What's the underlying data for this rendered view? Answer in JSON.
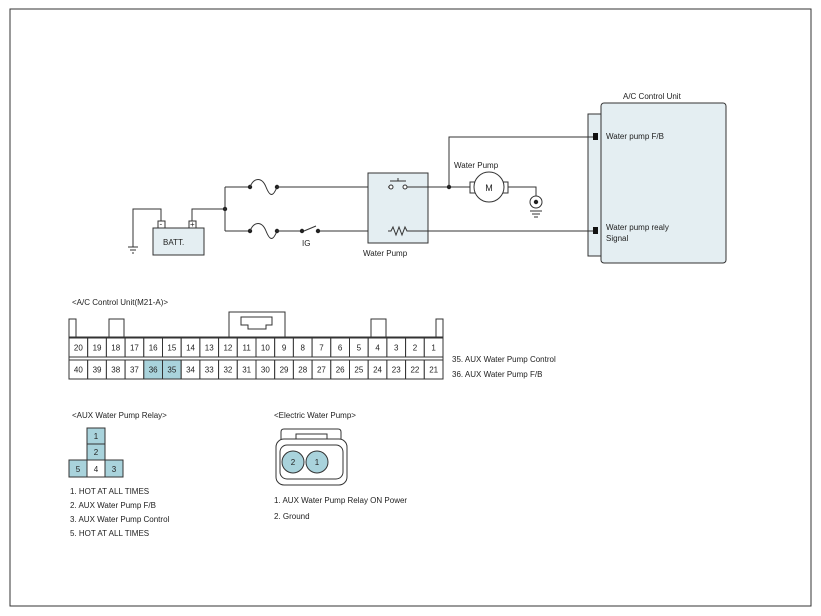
{
  "circuit": {
    "ac_unit_title": "A/C Control Unit",
    "pin_fb_label": "Water pump F/B",
    "pin_relay_label_line1": "Water pump realy",
    "pin_relay_label_line2": "Signal",
    "motor_title": "Water Pump",
    "motor_symbol": "M",
    "relay_title": "Water Pump",
    "battery_label": "BATT.",
    "battery_minus": "-",
    "battery_plus": "+",
    "ig_label": "IG"
  },
  "connector_m21": {
    "title": "<A/C Control Unit(M21-A)>",
    "top_row": [
      "20",
      "19",
      "18",
      "17",
      "16",
      "15",
      "14",
      "13",
      "12",
      "11",
      "10",
      "9",
      "8",
      "7",
      "6",
      "5",
      "4",
      "3",
      "2",
      "1"
    ],
    "bottom_row": [
      "40",
      "39",
      "38",
      "37",
      "36",
      "35",
      "34",
      "33",
      "32",
      "31",
      "30",
      "29",
      "28",
      "27",
      "26",
      "25",
      "24",
      "23",
      "22",
      "21"
    ],
    "highlight_pins": [
      "36",
      "35"
    ],
    "legend": [
      "35. AUX Water Pump Control",
      "36. AUX Water Pump F/B"
    ]
  },
  "relay_connector": {
    "title": "<AUX Water Pump Relay>",
    "pins": [
      "1",
      "2",
      "5",
      "4",
      "3"
    ],
    "legend": [
      "1. HOT AT ALL TIMES",
      "2. AUX Water Pump F/B",
      "3. AUX Water Pump Control",
      "5. HOT AT ALL TIMES"
    ]
  },
  "pump_connector": {
    "title": "<Electric Water Pump>",
    "pins": [
      "2",
      "1"
    ],
    "legend": [
      "1. AUX Water Pump Relay ON Power",
      "2. Ground"
    ]
  },
  "colors": {
    "highlight": "#a9d3dc",
    "unit_fill": "#e4eef2",
    "line": "#333333"
  }
}
